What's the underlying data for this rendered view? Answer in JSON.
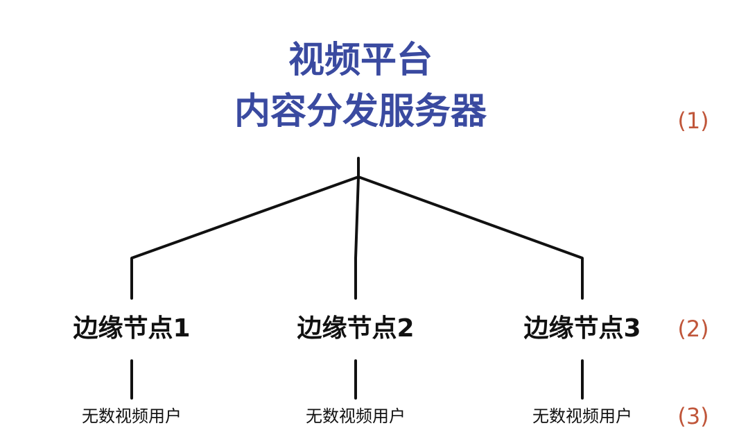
{
  "title": {
    "line1": "视频平台",
    "line2": "内容分发服务器"
  },
  "levels": [
    "(1)",
    "(2)",
    "(3)"
  ],
  "nodes": [
    {
      "label": "边缘节点1",
      "users": "无数视频用户"
    },
    {
      "label": "边缘节点2",
      "users": "无数视频用户"
    },
    {
      "label": "边缘节点3",
      "users": "无数视频用户"
    }
  ],
  "colors": {
    "title": "#3a4aa0",
    "text": "#111111",
    "level_label": "#c0563a",
    "connector": "#111111"
  }
}
